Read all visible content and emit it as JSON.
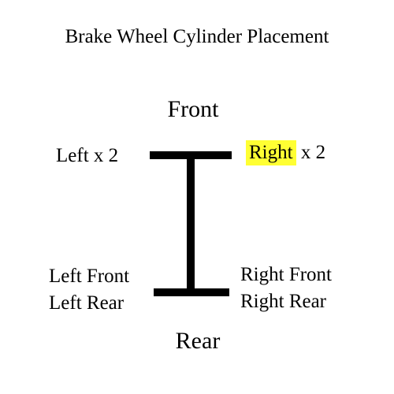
{
  "title": "Brake Wheel Cylinder Placement",
  "front_label": "Front",
  "rear_label": "Rear",
  "front_axle": {
    "left": "Left x 2",
    "right_highlighted": "Right",
    "right_suffix": " x 2"
  },
  "rear_axle": {
    "left": [
      "Left Front",
      "Left Rear"
    ],
    "right": [
      "Right Front",
      "Right Rear"
    ]
  },
  "colors": {
    "highlight": "#ffff33",
    "ink": "#000000",
    "background": "#ffffff"
  }
}
